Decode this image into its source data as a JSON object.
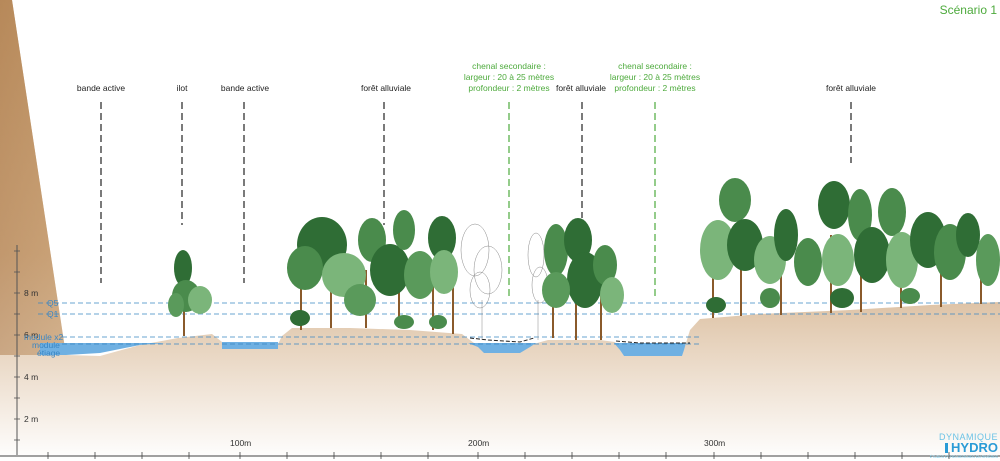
{
  "title": "Scénario 1",
  "labels": {
    "bande_active_1": "bande active",
    "ilot": "ilot",
    "bande_active_2": "bande active",
    "foret_1": "forêt alluviale",
    "foret_2": "forêt alluviale",
    "foret_3": "forêt alluviale"
  },
  "chenal_1": {
    "line1": "chenal secondaire :",
    "line2": "largeur : 20 à 25 mètres",
    "line3": "profondeur : 2 mètres"
  },
  "chenal_2": {
    "line1": "chenal secondaire :",
    "line2": "largeur : 20 à 25 mètres",
    "line3": "profondeur : 2 mètres"
  },
  "water_levels": {
    "q5": "Q5",
    "q1": "Q1",
    "module_x2": "module x2",
    "module": "module",
    "etiage": "étiage"
  },
  "y_axis": {
    "tick_8": "8 m",
    "tick_6": "6 m",
    "tick_4": "4 m",
    "tick_2": "2 m"
  },
  "x_axis": {
    "tick_100": "100m",
    "tick_200": "200m",
    "tick_300": "300m"
  },
  "logo": {
    "top": "DYNAMIQUE",
    "main": "HYDRO",
    "sub": "ÉTUDES ET RECHERCHES EN RIVIÈRES"
  },
  "colors": {
    "ground": "#c0925e",
    "water": "#6fb0e2",
    "tree_dark": "#2f6d35",
    "tree_mid": "#4a8b4c",
    "tree_light": "#7bb57a",
    "accent_green": "#4daa3c",
    "level_blue": "#3a86c4"
  }
}
